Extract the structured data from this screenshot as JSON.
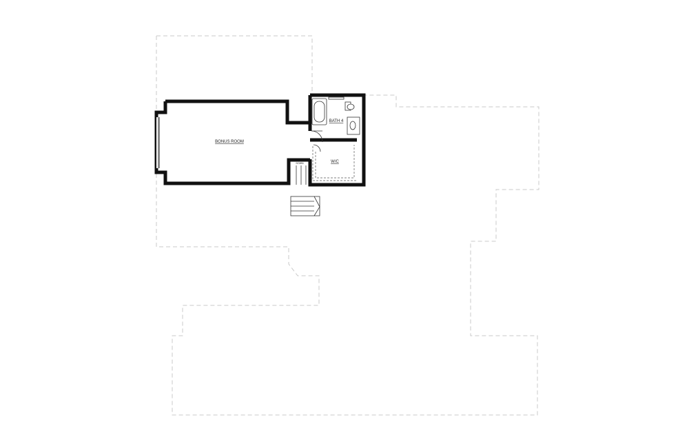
{
  "plan": {
    "rooms": [
      {
        "key": "bonus",
        "label": "BONUS ROOM"
      },
      {
        "key": "bath",
        "label": "BATH 4"
      },
      {
        "key": "wic",
        "label": "W/C"
      },
      {
        "key": "stair",
        "label": "DOWN"
      }
    ]
  }
}
